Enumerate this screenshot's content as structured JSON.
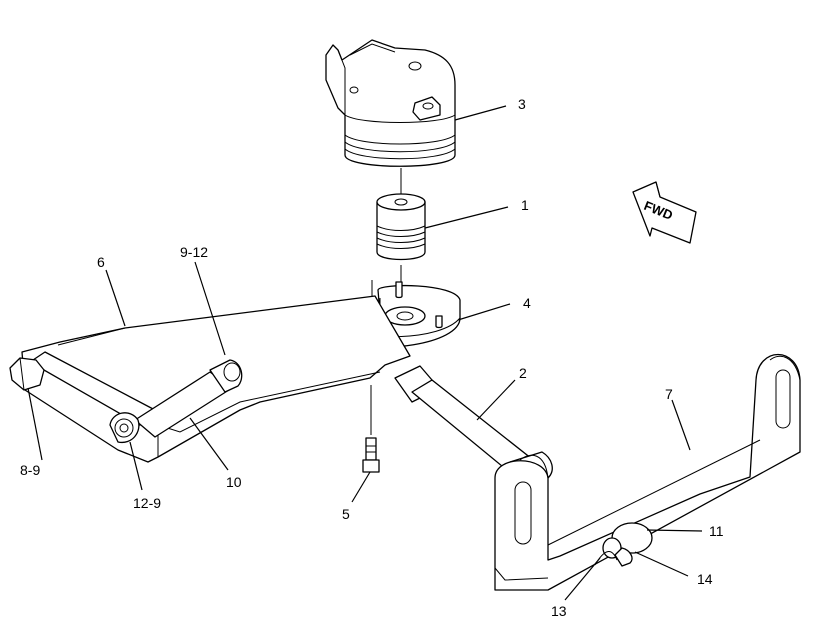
{
  "diagram": {
    "callouts": {
      "c1": "1",
      "c2": "2",
      "c3": "3",
      "c4": "4",
      "c5": "5",
      "c6": "6",
      "c7": "7",
      "c8_9": "8-9",
      "c9_12": "9-12",
      "c10": "10",
      "c11": "11",
      "c12_9": "12-9",
      "c13": "13",
      "c14": "14"
    },
    "direction_label": "FWD",
    "line_color": "#000000",
    "background_color": "#ffffff"
  }
}
